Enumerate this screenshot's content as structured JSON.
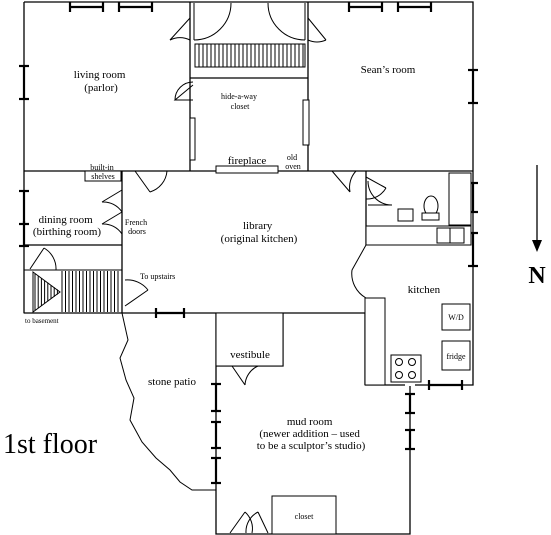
{
  "title": "1st floor",
  "compass": {
    "label": "N"
  },
  "rooms": {
    "living_room": [
      "living room",
      "(parlor)"
    ],
    "seans_room": [
      "Sean’s room"
    ],
    "hideaway_closet": [
      "hide-a-way",
      "closet"
    ],
    "fireplace": [
      "fireplace"
    ],
    "old_oven": [
      "old",
      "oven"
    ],
    "builtin_shelves": [
      "built-in",
      "shelves"
    ],
    "dining_room": [
      "dining room",
      "(birthing room)"
    ],
    "french_doors": [
      "French",
      "doors"
    ],
    "library": [
      "library",
      "(original kitchen)"
    ],
    "to_upstairs": [
      "To upstairs"
    ],
    "to_basement": [
      "to basement"
    ],
    "kitchen": [
      "kitchen"
    ],
    "wd": [
      "W/D"
    ],
    "fridge": [
      "fridge"
    ],
    "vestibule": [
      "vestibule"
    ],
    "stone_patio": [
      "stone patio"
    ],
    "mud_room": [
      "mud room",
      "(newer addition – used",
      "to be a sculptor’s studio)"
    ],
    "closet": [
      "closet"
    ]
  }
}
